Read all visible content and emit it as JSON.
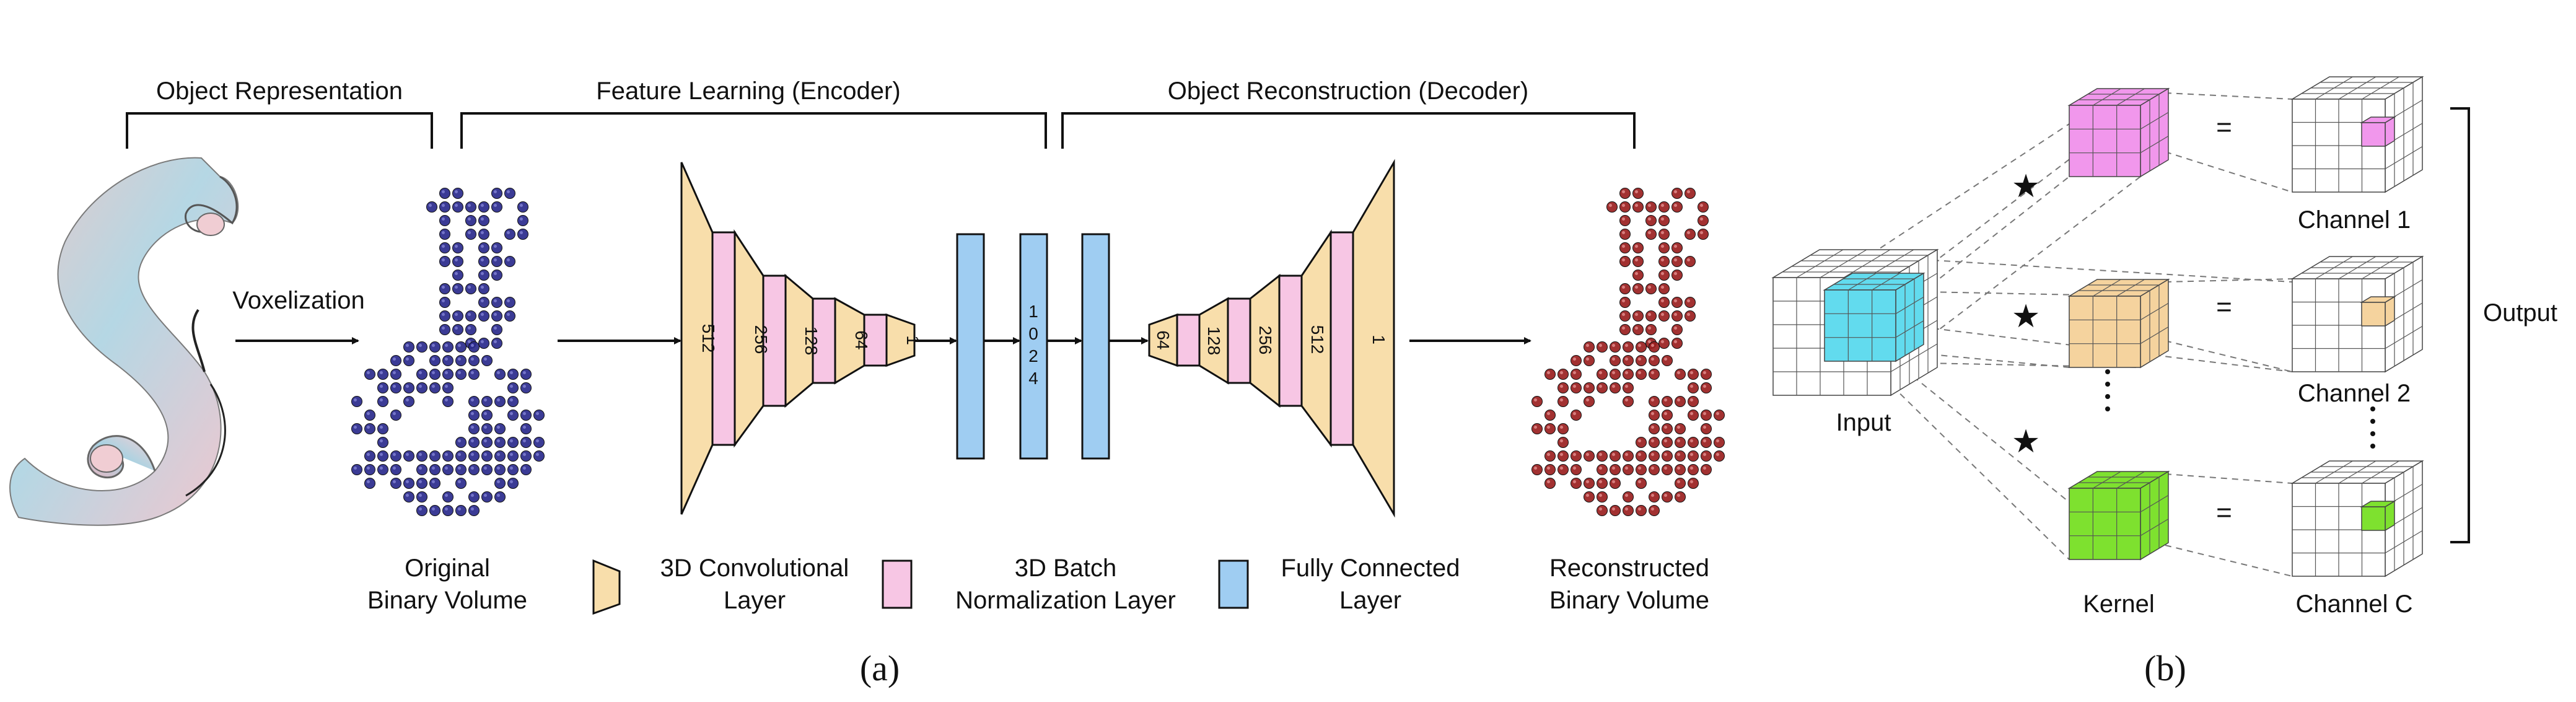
{
  "panel_a": {
    "sections": {
      "object_representation": "Object Representation",
      "feature_learning": "Feature Learning (Encoder)",
      "object_reconstruction": "Object Reconstruction (Decoder)"
    },
    "voxelization_label": "Voxelization",
    "original_label_line1": "Original",
    "original_label_line2": "Binary Volume",
    "reconstructed_label_line1": "Reconstructed",
    "reconstructed_label_line2": "Binary Volume",
    "encoder_channels": [
      "512",
      "256",
      "128",
      "64",
      "1"
    ],
    "fc_digits": [
      "1",
      "0",
      "2",
      "4"
    ],
    "decoder_channels": [
      "64",
      "128",
      "256",
      "512",
      "1"
    ],
    "legend": {
      "conv_line1": "3D Convolutional",
      "conv_line2": "Layer",
      "bn_line1": "3D Batch",
      "bn_line2": "Normalization Layer",
      "fc_line1": "Fully Connected",
      "fc_line2": "Layer"
    },
    "caption": "(a)"
  },
  "panel_b": {
    "input_label": "Input",
    "kernel_label": "Kernel",
    "channels": [
      "Channel 1",
      "Channel 2",
      "Channel C"
    ],
    "output_label": "Output",
    "operator_symbol": "★",
    "equals_symbol": "=",
    "caption": "(b)"
  },
  "colors": {
    "conv": "#f8deab",
    "batch_norm": "#f7c6e4",
    "fully_connected": "#9fcdf2",
    "original_voxels": "#2a2a8c",
    "reconstructed_voxels": "#9a1f1f",
    "kernel_1": "#f197ec",
    "kernel_2": "#f5d39e",
    "kernel_3": "#7ee12f",
    "input_highlight": "#62dbee"
  }
}
